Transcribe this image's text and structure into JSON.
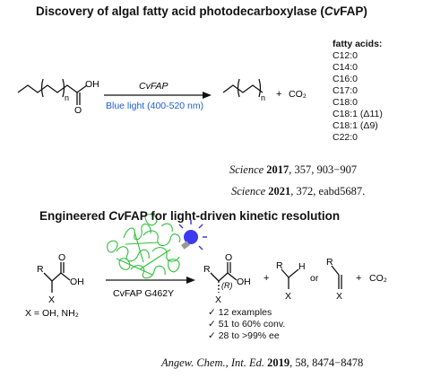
{
  "section1": {
    "title_prefix": "Discovery of algal fatty acid photodecarboxylase (",
    "title_italic": "Cv",
    "title_suffix": "FAP)",
    "reagent_top": "CvFAP",
    "reagent_bottom": "Blue light (400-520 nm)",
    "reactant_oh": "OH",
    "reactant_o": "O",
    "subscript_n": "n",
    "product_n": "n",
    "plus": "+",
    "co2": "CO₂",
    "fatty_acids_label": "fatty acids:",
    "fatty_acids": [
      "C12:0",
      "C14:0",
      "C16:0",
      "C17:0",
      "C18:0",
      "C18:1 (Δ11)",
      "C18:1 (Δ9)",
      "C22:0"
    ]
  },
  "references": {
    "ref1_journal": "Science",
    "ref1_year": "2017",
    "ref1_rest": ", 357, 903−907",
    "ref2_journal": "Science",
    "ref2_year": "2021",
    "ref2_rest": ", 372, eabd5687.",
    "ref3_journal": "Angew. Chem., Int. Ed.",
    "ref3_year": "2019",
    "ref3_rest": ", 58, 8474−8478"
  },
  "section2": {
    "title_prefix": "Engineered ",
    "title_italic": "Cv",
    "title_suffix": "FAP for light-driven kinetic resolution",
    "reagent": "CvFAP G462Y",
    "r_label": "R",
    "x_label": "X",
    "oh_label": "OH",
    "o_label": "O",
    "x_definition": "X = OH, NH₂",
    "product_r": "R",
    "product_config": "(R)",
    "product_oh": "OH",
    "product_x": "X",
    "product_o": "O",
    "plus1": "+",
    "plus2": "+",
    "or_label": "or",
    "h_label": "H",
    "alkene_r": "R",
    "alkene_x": "X",
    "alkyl_r": "R",
    "alkyl_x": "X",
    "co2": "CO₂",
    "results": [
      "12 examples",
      "51 to 60% conv.",
      "28 to >99% ee"
    ]
  },
  "colors": {
    "accent_blue": "#1f5fd6",
    "protein_green": "#2fbf3a",
    "lamp_blue": "#3a3af0"
  }
}
